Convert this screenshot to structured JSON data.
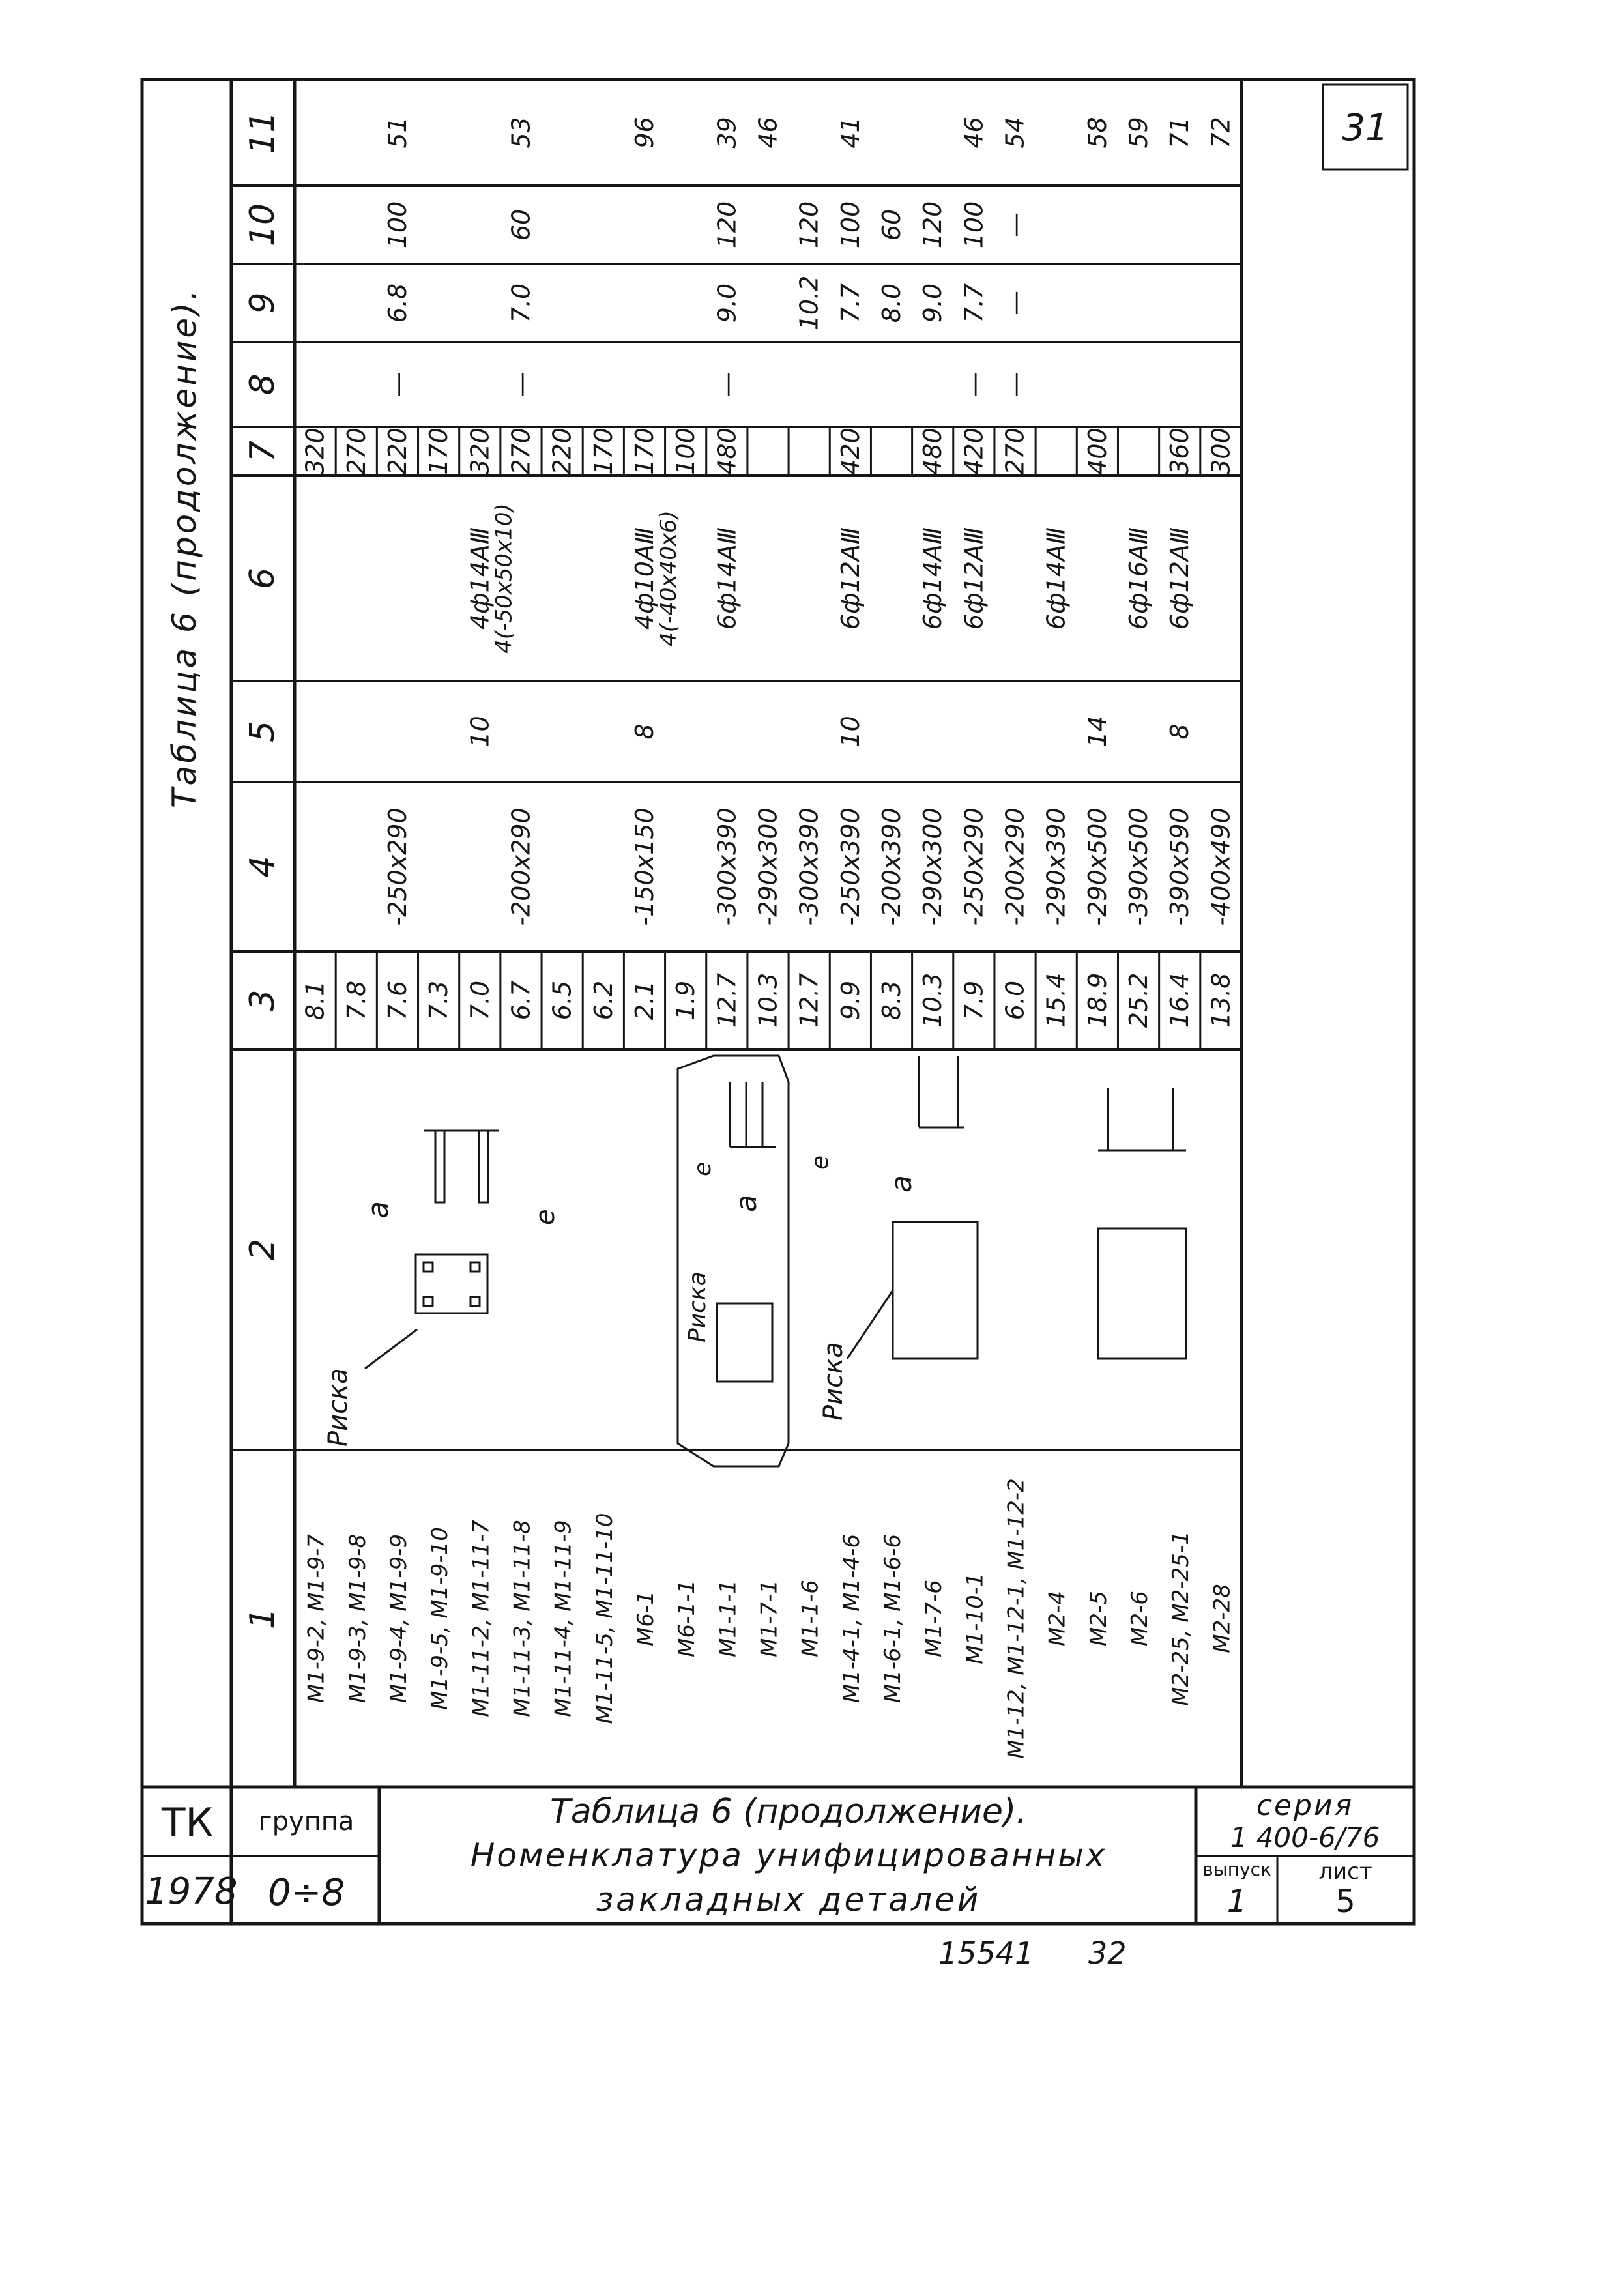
{
  "sheet_number": "31",
  "table_title_rotated": "Таблица 6 (продолжение).",
  "column_headers": [
    "1",
    "2",
    "3",
    "4",
    "5",
    "6",
    "7",
    "8",
    "9",
    "10",
    "11"
  ],
  "sketch_labels": {
    "mark": "Риска",
    "a": "a",
    "e": "e"
  },
  "rows": [
    {
      "marks": "M1-9-2, M1-9-7",
      "mass": "8.1",
      "plate": "",
      "thick": "",
      "rebar": "",
      "rebar2": "",
      "length": "320",
      "c8": "",
      "c9": "",
      "c10": "",
      "page": ""
    },
    {
      "marks": "M1-9-3, M1-9-8",
      "mass": "7.8",
      "plate": "",
      "thick": "",
      "rebar": "",
      "rebar2": "",
      "length": "270",
      "c8": "",
      "c9": "",
      "c10": "",
      "page": ""
    },
    {
      "marks": "M1-9-4, M1-9-9",
      "mass": "7.6",
      "plate": "-250x290",
      "thick": "",
      "rebar": "",
      "rebar2": "",
      "length": "220",
      "c8": "—",
      "c9": "6.8",
      "c10": "100",
      "page": "51"
    },
    {
      "marks": "M1-9-5, M1-9-10",
      "mass": "7.3",
      "plate": "",
      "thick": "",
      "rebar": "",
      "rebar2": "",
      "length": "170",
      "c8": "",
      "c9": "",
      "c10": "",
      "page": ""
    },
    {
      "marks": "M1-11-2, M1-11-7",
      "mass": "7.0",
      "plate": "",
      "thick": "10",
      "rebar": "4ф14АⅢ",
      "rebar2": "4(-50x50x10)",
      "length": "320",
      "c8": "",
      "c9": "",
      "c10": "",
      "page": ""
    },
    {
      "marks": "M1-11-3, M1-11-8",
      "mass": "6.7",
      "plate": "-200x290",
      "thick": "",
      "rebar": "",
      "rebar2": "",
      "length": "270",
      "c8": "—",
      "c9": "7.0",
      "c10": "60",
      "page": "53"
    },
    {
      "marks": "M1-11-4, M1-11-9",
      "mass": "6.5",
      "plate": "",
      "thick": "",
      "rebar": "",
      "rebar2": "",
      "length": "220",
      "c8": "",
      "c9": "",
      "c10": "",
      "page": ""
    },
    {
      "marks": "M1-11-5, M1-11-10",
      "mass": "6.2",
      "plate": "",
      "thick": "",
      "rebar": "",
      "rebar2": "",
      "length": "170",
      "c8": "",
      "c9": "",
      "c10": "",
      "page": ""
    },
    {
      "marks": "M6-1",
      "mass": "2.1",
      "plate": "-150x150",
      "thick": "8",
      "rebar": "4ф10АⅢ",
      "rebar2": "4(-40x40x6)",
      "length": "170",
      "c8": "",
      "c9": "",
      "c10": "",
      "page": "96"
    },
    {
      "marks": "M6-1-1",
      "mass": "1.9",
      "plate": "",
      "thick": "",
      "rebar": "",
      "rebar2": "",
      "length": "100",
      "c8": "",
      "c9": "",
      "c10": "",
      "page": ""
    },
    {
      "marks": "M1-1-1",
      "mass": "12.7",
      "plate": "-300x390",
      "thick": "",
      "rebar": "6ф14АⅢ",
      "rebar2": "",
      "length": "480",
      "c8": "—",
      "c9": "9.0",
      "c10": "120",
      "page": "39"
    },
    {
      "marks": "M1-7-1",
      "mass": "10.3",
      "plate": "-290x300",
      "thick": "",
      "rebar": "",
      "rebar2": "",
      "length": "",
      "c8": "",
      "c9": "",
      "c10": "",
      "page": "46"
    },
    {
      "marks": "M1-1-6",
      "mass": "12.7",
      "plate": "-300x390",
      "thick": "",
      "rebar": "",
      "rebar2": "",
      "length": "",
      "c8": "",
      "c9": "10.2",
      "c10": "120",
      "page": ""
    },
    {
      "marks": "M1-4-1, M1-4-6",
      "mass": "9.9",
      "plate": "-250x390",
      "thick": "10",
      "rebar": "6ф12АⅢ",
      "rebar2": "",
      "length": "420",
      "c8": "",
      "c9": "7.7",
      "c10": "100",
      "page": "41"
    },
    {
      "marks": "M1-6-1, M1-6-6",
      "mass": "8.3",
      "plate": "-200x390",
      "thick": "",
      "rebar": "",
      "rebar2": "",
      "length": "",
      "c8": "",
      "c9": "8.0",
      "c10": "60",
      "page": ""
    },
    {
      "marks": "M1-7-6",
      "mass": "10.3",
      "plate": "-290x300",
      "thick": "",
      "rebar": "6ф14АⅢ",
      "rebar2": "",
      "length": "480",
      "c8": "",
      "c9": "9.0",
      "c10": "120",
      "page": ""
    },
    {
      "marks": "M1-10-1",
      "mass": "7.9",
      "plate": "-250x290",
      "thick": "",
      "rebar": "6ф12АⅢ",
      "rebar2": "",
      "length": "420",
      "c8": "—",
      "c9": "7.7",
      "c10": "100",
      "page": "46"
    },
    {
      "marks": "M1-12, M1-12-1, M1-12-2",
      "mass": "6.0",
      "plate": "-200x290",
      "thick": "",
      "rebar": "",
      "rebar2": "",
      "length": "270",
      "c8": "—",
      "c9": "—",
      "c10": "—",
      "page": "54"
    },
    {
      "marks": "M2-4",
      "mass": "15.4",
      "plate": "-290x390",
      "thick": "",
      "rebar": "6ф14АⅢ",
      "rebar2": "",
      "length": "",
      "c8": "",
      "c9": "",
      "c10": "",
      "page": ""
    },
    {
      "marks": "M2-5",
      "mass": "18.9",
      "plate": "-290x500",
      "thick": "14",
      "rebar": "",
      "rebar2": "",
      "length": "400",
      "c8": "",
      "c9": "",
      "c10": "",
      "page": "58"
    },
    {
      "marks": "M2-6",
      "mass": "25.2",
      "plate": "-390x500",
      "thick": "",
      "rebar": "6ф16АⅢ",
      "rebar2": "",
      "length": "",
      "c8": "",
      "c9": "",
      "c10": "",
      "page": "59"
    },
    {
      "marks": "M2-25, M2-25-1",
      "mass": "16.4",
      "plate": "-390x590",
      "thick": "8",
      "rebar": "6ф12АⅢ",
      "rebar2": "",
      "length": "360",
      "c8": "",
      "c9": "",
      "c10": "",
      "page": "71"
    },
    {
      "marks": "M2-28",
      "mass": "13.8",
      "plate": "-400x490",
      "thick": "",
      "rebar": "",
      "rebar2": "",
      "length": "300",
      "c8": "",
      "c9": "",
      "c10": "",
      "page": "72"
    }
  ],
  "title_block": {
    "org": "ТК",
    "year": "1978",
    "group_label": "группа",
    "group_value": "0÷8",
    "title_line1": "Таблица 6 (продолжение).",
    "title_line2": "Номенклатура унифицированных",
    "title_line3": "закладных деталей",
    "series_label": "серия",
    "series_value": "1 400-6/76",
    "issue_label": "выпуск",
    "issue_value": "1",
    "sheet_label": "лист",
    "sheet_value": "5"
  },
  "footer": {
    "code": "15541",
    "page": "32"
  }
}
